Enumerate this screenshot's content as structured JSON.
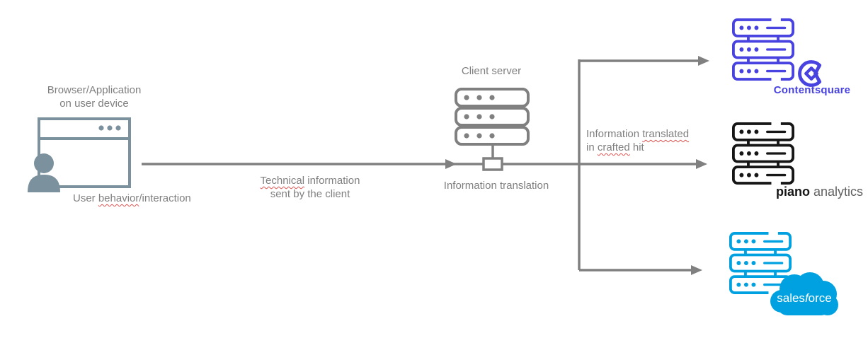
{
  "diagram": {
    "source": {
      "title_line1": "Browser/Application",
      "title_line2": "on user device",
      "caption_pre": "User ",
      "caption_wavy": "behavior",
      "caption_post": "/interaction"
    },
    "flow_client": {
      "line1_wavy": "Technical",
      "line1_rest": " information",
      "line2": "sent by the client"
    },
    "client_server": {
      "title": "Client server",
      "caption": "Information translation"
    },
    "flow_hit": {
      "line1_pre": "Information ",
      "line1_wavy": "translated",
      "line2_pre": "in ",
      "line2_wavy": "crafted",
      "line2_post": " hit"
    },
    "destinations": [
      {
        "name": "contentsquare",
        "label": "Contentsquare"
      },
      {
        "name": "piano-analytics",
        "label_bold": "piano",
        "label_light": " analytics"
      },
      {
        "name": "salesforce",
        "label_pre": "sales",
        "label_italic": "f",
        "label_post": "orce"
      }
    ],
    "colors": {
      "line_gray": "#808080",
      "text_gray": "#7f7f7f",
      "device_slate": "#7b919e",
      "contentsquare_indigo": "#4742e0",
      "piano_black": "#161616",
      "piano_light": "#5f5f5f",
      "salesforce_blue": "#00a1e0",
      "spellcheck_red": "#e0524f"
    }
  }
}
